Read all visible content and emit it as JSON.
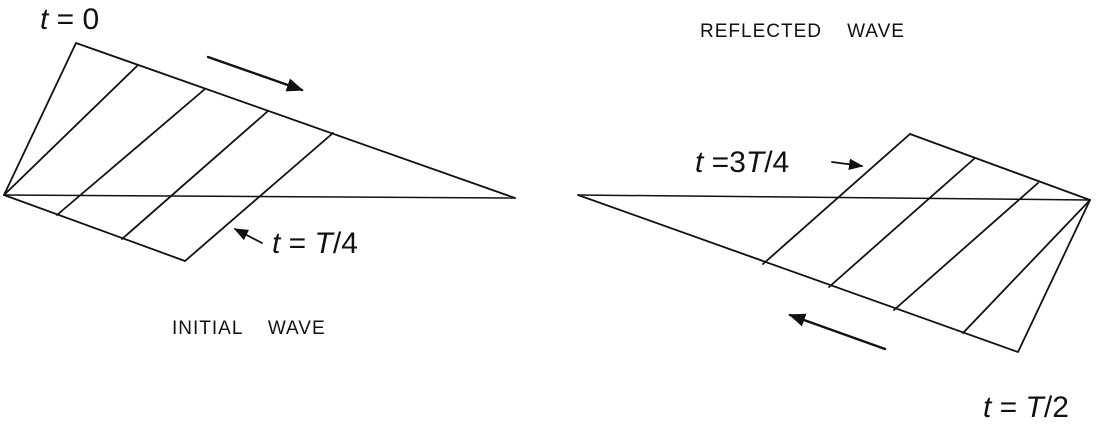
{
  "labels": {
    "t0": {
      "var": "t",
      "rest": " = 0"
    },
    "t_quarter": {
      "var": "t",
      "mid": " = ",
      "var2": "T",
      "rest": "/4"
    },
    "t_three_quarter": {
      "var": "t",
      "mid": " =3",
      "var2": "T",
      "rest": "/4"
    },
    "t_half": {
      "var": "t",
      "mid": " = ",
      "var2": "T",
      "rest": "/2"
    }
  },
  "captions": {
    "initial": "INITIAL    WAVE",
    "reflected": "REFLECTED    WAVE"
  },
  "colors": {
    "ink": "#111111",
    "background": "#ffffff"
  }
}
